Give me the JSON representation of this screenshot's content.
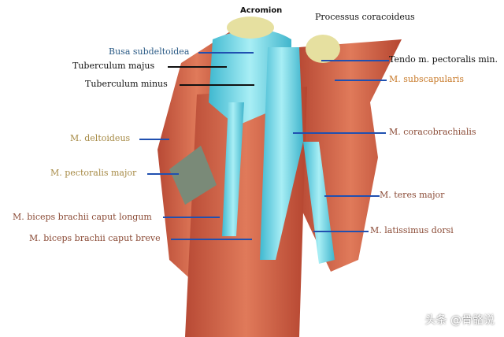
{
  "labels": {
    "acromion": "Acromion",
    "processus_coracoideus": "Processus coracoideus",
    "busa_subdeltoidea": "Busa subdeltoidea",
    "tuberculum_majus": "Tuberculum majus",
    "tuberculum_minus": "Tuberculum minus",
    "tendo_pectoralis_min": "Tendo m. pectoralis min.",
    "m_subscapularis": "M. subscapularis",
    "m_deltoideus": "M. deltoideus",
    "m_coracobrachialis": "M. coracobrachialis",
    "m_pectoralis_major": "M. pectoralis major",
    "m_teres_major": "M. teres major",
    "m_biceps_longum": "M. biceps brachii caput longum",
    "m_latissimus_dorsi": "M. latissimus dorsi",
    "m_biceps_breve": "M. biceps brachii caput breve"
  },
  "watermark": "头条 @骨骼说",
  "colors": {
    "pointer": "#2050b0",
    "muscle": "#c8553d",
    "tendon": "#6fd0e0"
  }
}
